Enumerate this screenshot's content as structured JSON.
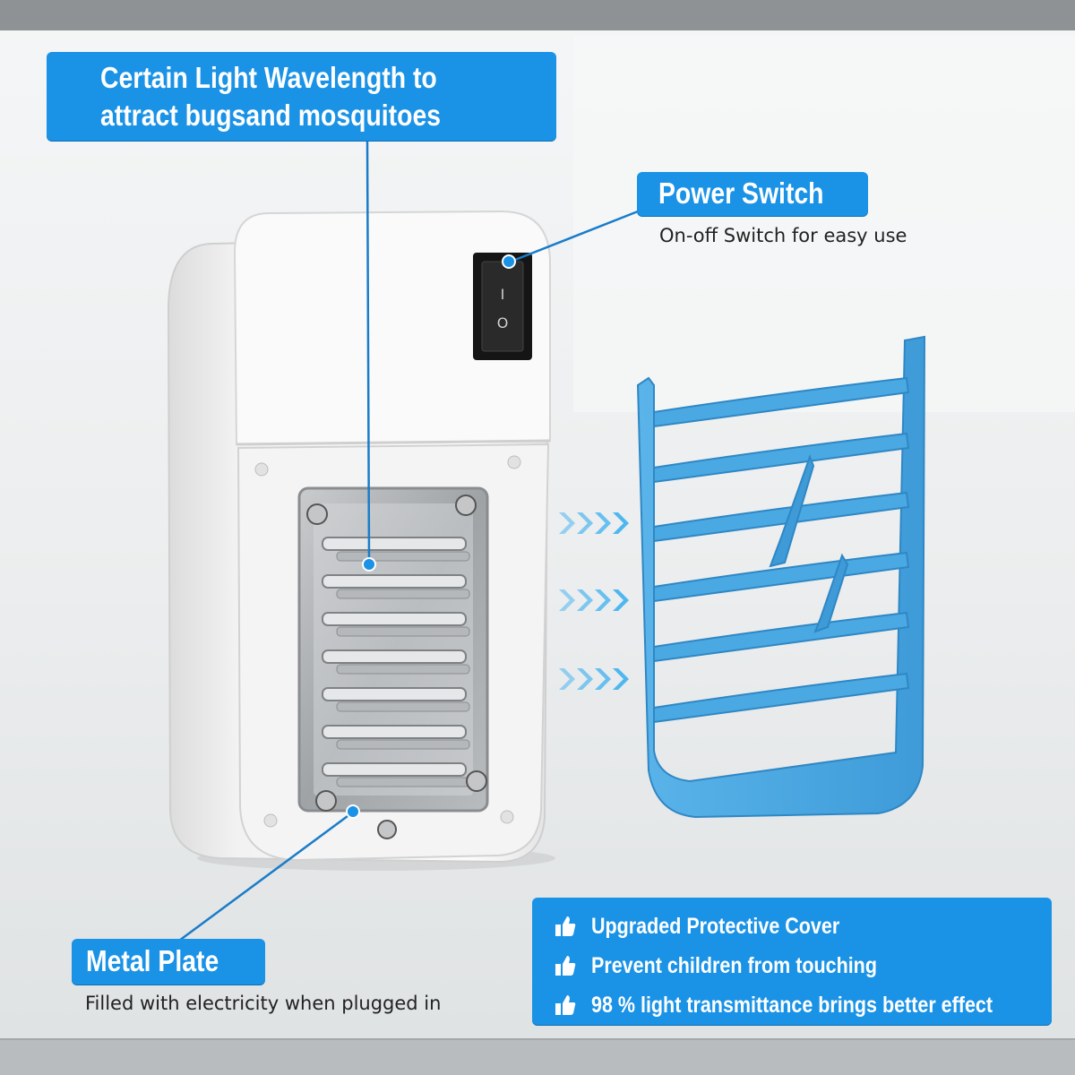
{
  "callouts": {
    "light": {
      "line1": "Certain Light Wavelength to",
      "line2": "attract bugsand mosquitoes"
    },
    "power_switch": {
      "title": "Power Switch",
      "subtitle": "On-off Switch for easy use"
    },
    "metal_plate": {
      "title": "Metal Plate",
      "subtitle": "Filled with electricity when plugged in"
    }
  },
  "features": [
    {
      "icon": "thumbs-up-icon",
      "text": "Upgraded Protective Cover"
    },
    {
      "icon": "thumbs-up-icon",
      "text": "Prevent children from touching"
    },
    {
      "icon": "thumbs-up-icon",
      "text": "98 % light transmittance brings better effect"
    }
  ],
  "switch_marks": {
    "on": "I",
    "off": "O"
  },
  "colors": {
    "accent_blue": "#1a92e6",
    "cover_blue": "#4aa8e2",
    "device_white": "#f5f5f5",
    "switch_black": "#1e1e1e",
    "metal_grey": "#a9acae",
    "arrow_blue": "#4fb7f0"
  }
}
